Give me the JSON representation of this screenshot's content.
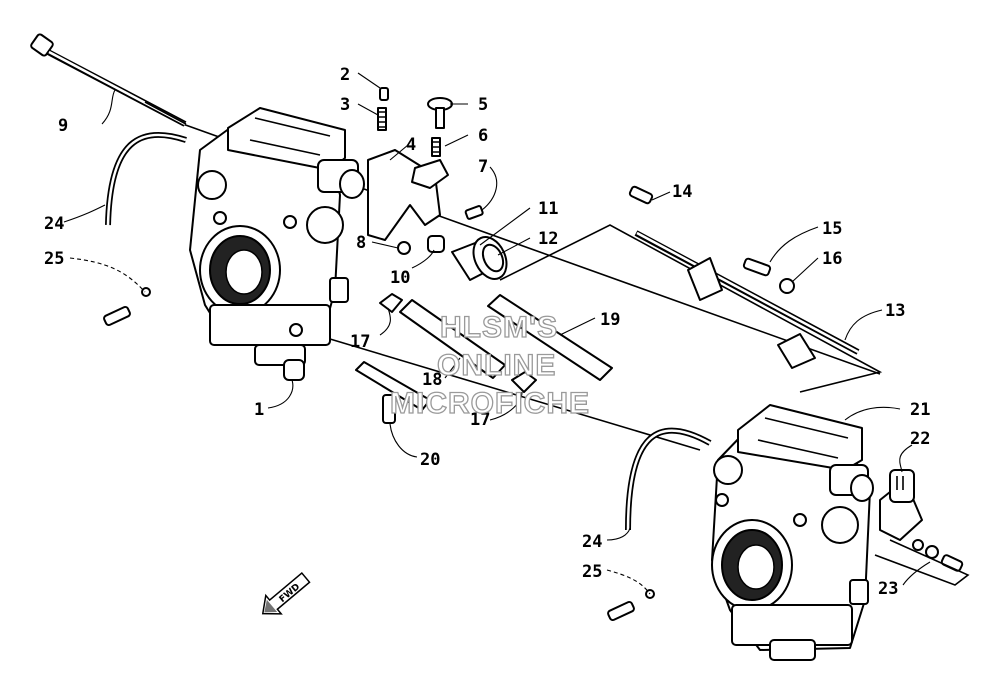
{
  "callouts": {
    "c1": "1",
    "c2": "2",
    "c3": "3",
    "c4": "4",
    "c5": "5",
    "c6": "6",
    "c7": "7",
    "c8": "8",
    "c9": "9",
    "c10": "10",
    "c11": "11",
    "c12": "12",
    "c13": "13",
    "c14": "14",
    "c15": "15",
    "c16": "16",
    "c17a": "17",
    "c17b": "17",
    "c18": "18",
    "c19": "19",
    "c20": "20",
    "c21": "21",
    "c22": "22",
    "c23": "23",
    "c24a": "24",
    "c24b": "24",
    "c25a": "25",
    "c25b": "25"
  },
  "watermark": {
    "line1": "HLSM'S",
    "line2": "ONLINE",
    "line3": "MICROFICHE"
  },
  "direction_arrow": {
    "label": "FWD"
  }
}
